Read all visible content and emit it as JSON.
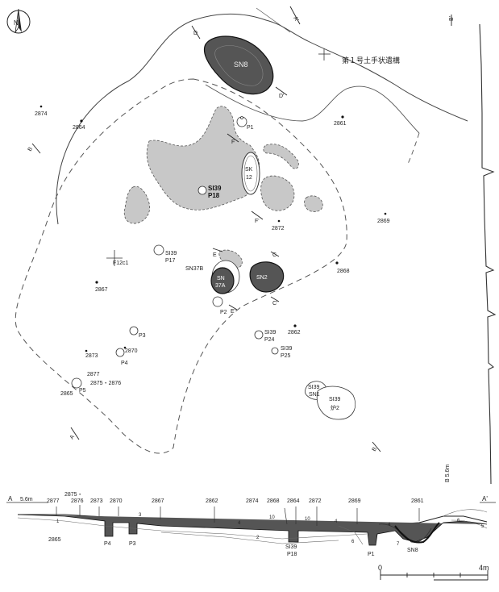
{
  "north_label": "N",
  "title": "第１号土手状遺構",
  "plan": {
    "section_lines": {
      "A_start": "A",
      "A_end": "A'",
      "B_start": "B",
      "B_end": "B'",
      "C_a": "C",
      "C_b": "C'",
      "D_a": "D",
      "D_b": "D'",
      "E_a": "E",
      "E_b": "E'",
      "F_a": "F",
      "F_b": "F'"
    },
    "grid_label": "F12c1",
    "points": [
      {
        "name": "2874"
      },
      {
        "name": "2864"
      },
      {
        "name": "2861"
      },
      {
        "name": "2869"
      },
      {
        "name": "2872"
      },
      {
        "name": "2868"
      },
      {
        "name": "2867"
      },
      {
        "name": "2862"
      },
      {
        "name": "2873"
      },
      {
        "name": "2870"
      },
      {
        "name": "2877"
      },
      {
        "name": "2875・2876"
      },
      {
        "name": "2865"
      }
    ],
    "features": {
      "sn8": "SN8",
      "p1": "P1",
      "sk12_line1": "SK",
      "sk12_line2": "12",
      "si39p18_line1": "SI39",
      "si39p18_line2": "P18",
      "si39p17_line1": "SI39",
      "si39p17_line2": "P17",
      "sn37b": "SN37B",
      "sn37a_line1": "SN",
      "sn37a_line2": "37A",
      "sn2": "SN2",
      "p2": "P2",
      "p3": "P3",
      "p4": "P4",
      "p5": "P5",
      "si39p24_line1": "SI39",
      "si39p24_line2": "P24",
      "si39p25_line1": "SI39",
      "si39p25_line2": "P25",
      "si39sn1_line1": "SI39",
      "si39sn1_line2": "SN1",
      "si39hearth_line1": "SI39",
      "si39hearth_line2": "炉2"
    },
    "elevation_B": "B 5.6m"
  },
  "section": {
    "A_label": "A",
    "elevation": "5.6m",
    "A_end": "A'",
    "top_labels": [
      "2875・",
      "2877",
      "2876",
      "2873",
      "2870",
      "2867",
      "2862",
      "2874",
      "2868",
      "2864",
      "2872",
      "2869",
      "2861"
    ],
    "bottom_labels": {
      "b2865": "2865",
      "p4": "P4",
      "p3": "P3",
      "si39": "SI39",
      "p18": "P18",
      "p1": "P1",
      "sn8": "SN8"
    },
    "layer_numbers": [
      "1",
      "2",
      "3",
      "4",
      "5",
      "6",
      "7",
      "10"
    ]
  },
  "scale": {
    "zero": "0",
    "end": "4m"
  }
}
